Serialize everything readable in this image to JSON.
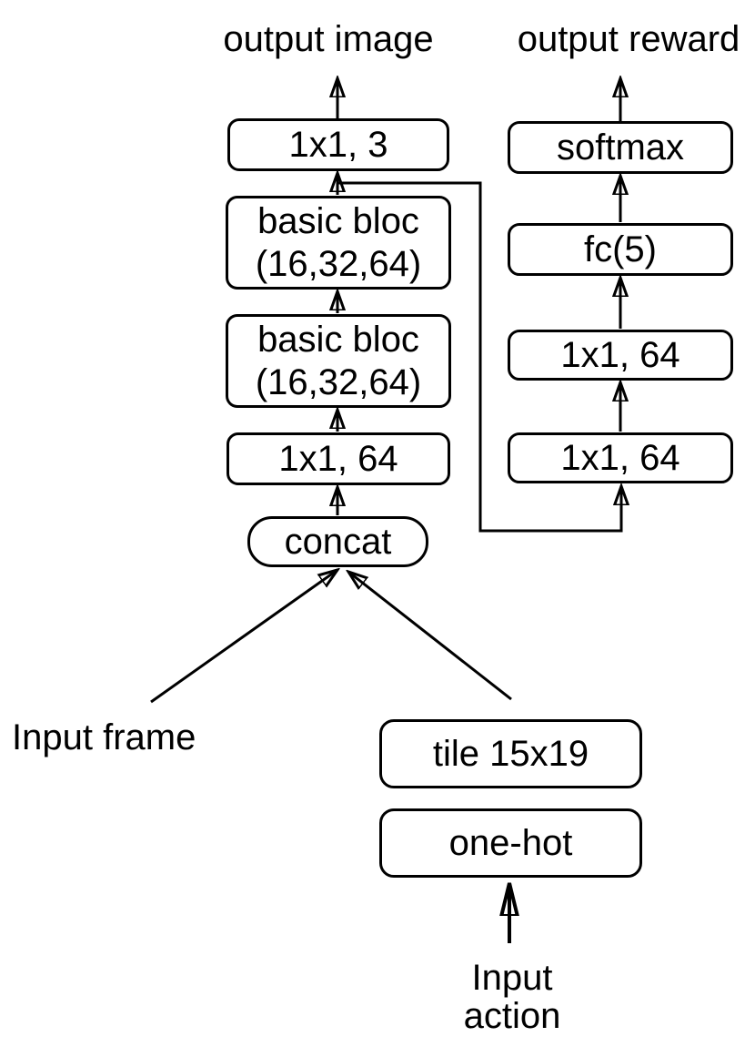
{
  "diagram": {
    "colors": {
      "line": "#000000",
      "text": "#000000",
      "background": "#ffffff"
    },
    "labels": {
      "output_image": "output image",
      "output_reward": "output reward",
      "input_frame": "Input frame",
      "input_action_line1": "Input",
      "input_action_line2": "action"
    },
    "image_branch": {
      "conv_out": "1x1, 3",
      "basic_block_1": {
        "line1": "basic bloc",
        "line2": "(16,32,64)"
      },
      "basic_block_2": {
        "line1": "basic bloc",
        "line2": "(16,32,64)"
      },
      "conv_1x1_64": "1x1, 64",
      "concat": "concat"
    },
    "reward_branch": {
      "softmax": "softmax",
      "fc": "fc(5)",
      "conv_1x1_64_upper": "1x1, 64",
      "conv_1x1_64_lower": "1x1, 64"
    },
    "action_branch": {
      "tile": "tile 15x19",
      "one_hot": "one-hot"
    }
  }
}
